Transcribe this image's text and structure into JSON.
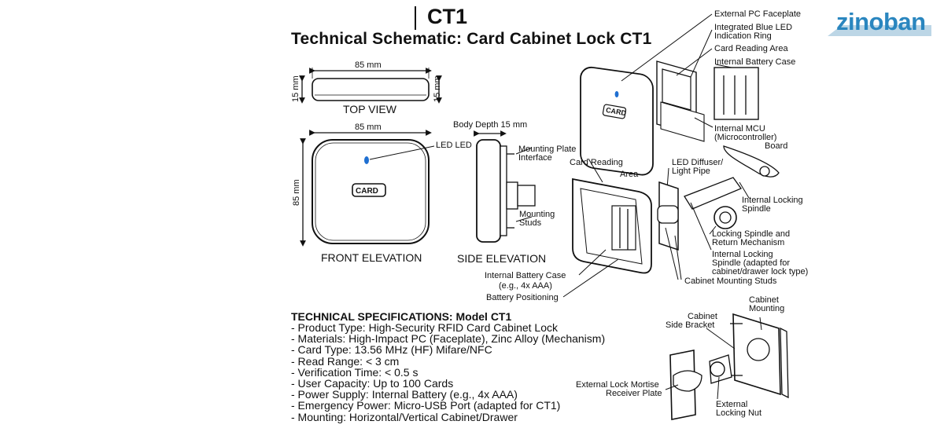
{
  "header": {
    "model": "CT1",
    "title": "Technical Schematic: Card Cabinet Lock CT1"
  },
  "brand": {
    "name": "zinoban",
    "color": "#2a86bf"
  },
  "views": {
    "top_view": "TOP VIEW",
    "front_elevation": "FRONT ELEVATION",
    "side_elevation": "SIDE ELEVATION",
    "width_dim_top": "85 mm",
    "height_dim_top_left": "15 mm",
    "height_dim_top_right": "15 mm",
    "width_dim_front": "85 mm",
    "height_dim_front": "85 mm",
    "body_depth": "Body Depth 15 mm",
    "card_badge": "CARD",
    "led_label": "LED LED",
    "mounting_plate_interface": [
      "Mounting Plate",
      "Interface"
    ],
    "mounting_studs": [
      "Mounting",
      "Studs"
    ]
  },
  "exploded": {
    "external_pc_faceplate": "External PC Faceplate",
    "integrated_led_ring": [
      "Integrated Blue LED",
      "Indication Ring"
    ],
    "card_reading_area_top": "Card Reading Area",
    "internal_battery_case_top": "Internal Battery Case",
    "internal_mcu": [
      "Internal MCU",
      "(Microcontroller)",
      "Board"
    ],
    "card_reading_area": [
      "Card Reading",
      "Area"
    ],
    "led_diffuser": [
      "LED Diffuser/",
      "Light Pipe"
    ],
    "internal_locking_spindle": [
      "Internal Locking",
      "Spindle"
    ],
    "locking_spindle_return": [
      "Locking Spindle and",
      "Return Mechanism"
    ],
    "internal_locking_spindle_adapted": [
      "Internal Locking",
      "Spindle (adapted for",
      "cabinet/drawer lock type)"
    ],
    "cabinet_mounting_studs": "Cabinet Mounting Studs",
    "internal_battery_case": [
      "Internal Battery Case",
      "(e.g., 4x AAA)"
    ],
    "battery_positioning": "Battery Positioning",
    "cabinet_side_bracket": [
      "Cabinet",
      "Side Bracket"
    ],
    "cabinet_mounting": [
      "Cabinet",
      "Mounting"
    ],
    "external_lock_mortise": [
      "External Lock Mortise",
      "Receiver Plate"
    ],
    "external_locking_nut": [
      "External",
      "Locking Nut"
    ]
  },
  "specs": {
    "title": "TECHNICAL SPECIFICATIONS: Model CT1",
    "lines": [
      "- Product Type: High-Security RFID Card Cabinet Lock",
      "- Materials: High-Impact PC (Faceplate), Zinc Alloy (Mechanism)",
      "- Card Type: 13.56 MHz (HF) Mifare/NFC",
      "- Read Range: < 3 cm",
      "- Verification Time: < 0.5 s",
      "- User Capacity: Up to 100 Cards",
      "- Power Supply: Internal Battery (e.g., 4x AAA)",
      "- Emergency Power: Micro-USB Port (adapted for CT1)",
      "- Mounting: Horizontal/Vertical Cabinet/Drawer"
    ]
  },
  "colors": {
    "led_blue": "#1f6fd1",
    "line": "#111111"
  }
}
